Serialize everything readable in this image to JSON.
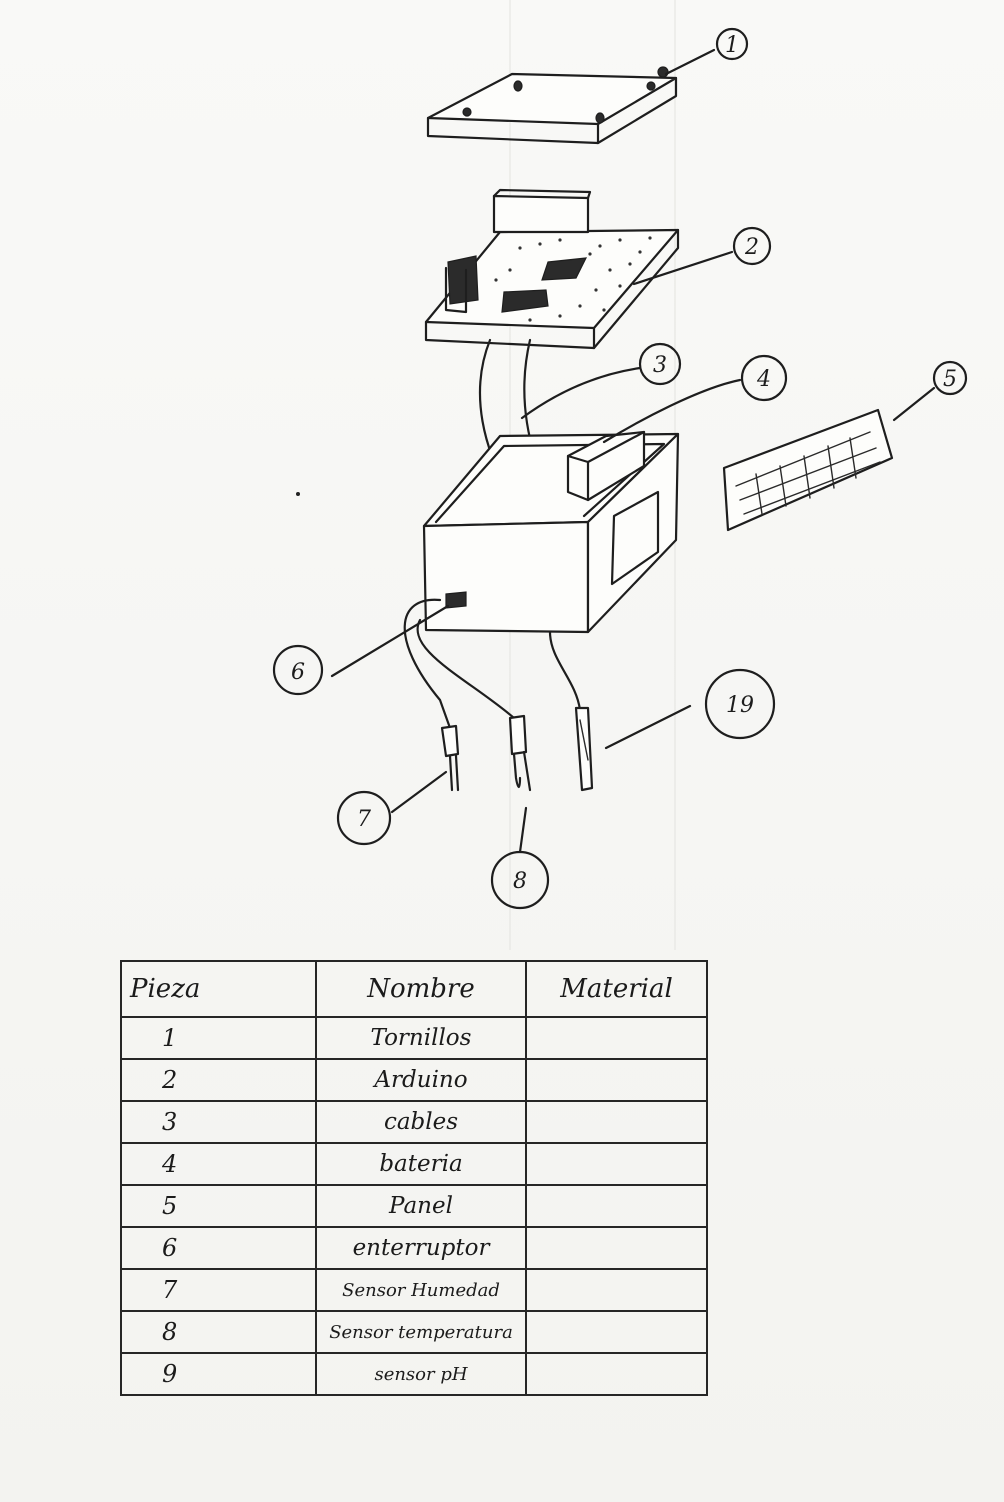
{
  "callouts": [
    {
      "label": "1"
    },
    {
      "label": "2"
    },
    {
      "label": "3"
    },
    {
      "label": "4"
    },
    {
      "label": "5"
    },
    {
      "label": "6"
    },
    {
      "label": "7"
    },
    {
      "label": "8"
    },
    {
      "label": "19"
    }
  ],
  "table": {
    "headers": {
      "pieza": "Pieza",
      "nombre": "Nombre",
      "material": "Material"
    },
    "rows": [
      {
        "pieza": "1",
        "nombre": "Tornillos",
        "material": ""
      },
      {
        "pieza": "2",
        "nombre": "Arduino",
        "material": ""
      },
      {
        "pieza": "3",
        "nombre": "cables",
        "material": ""
      },
      {
        "pieza": "4",
        "nombre": "bateria",
        "material": ""
      },
      {
        "pieza": "5",
        "nombre": "Panel",
        "material": ""
      },
      {
        "pieza": "6",
        "nombre": "enterruptor",
        "material": ""
      },
      {
        "pieza": "7",
        "nombre": "Sensor Humedad",
        "material": ""
      },
      {
        "pieza": "8",
        "nombre": "Sensor temperatura",
        "material": ""
      },
      {
        "pieza": "9",
        "nombre": "sensor pH",
        "material": ""
      }
    ]
  }
}
